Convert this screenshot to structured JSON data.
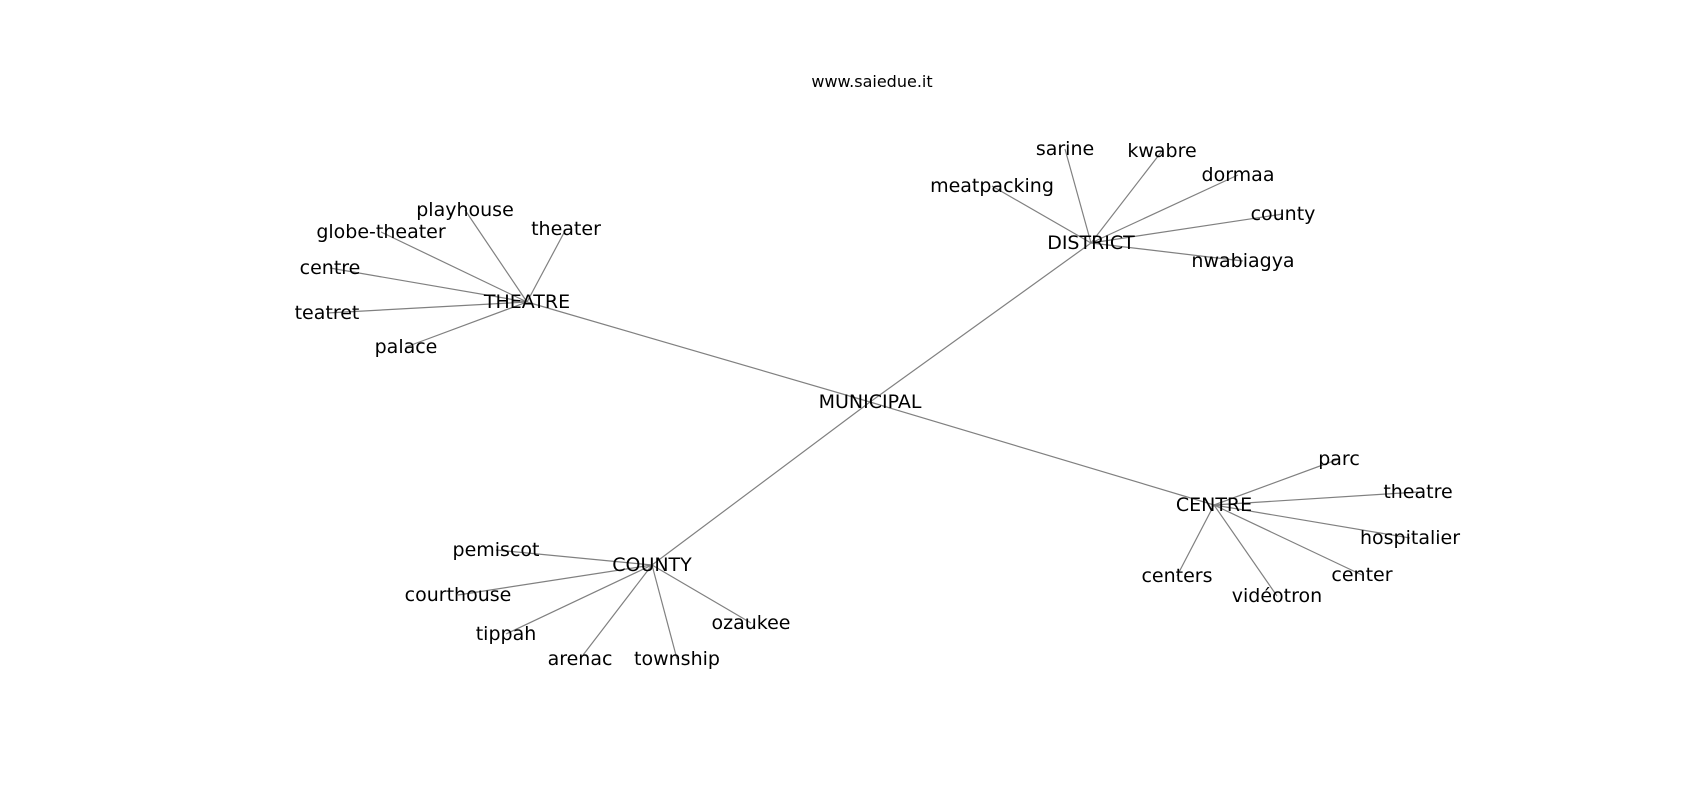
{
  "site": "www.saiedue.it",
  "root": "MUNICIPAL",
  "clusters": [
    {
      "hub": "THEATRE",
      "leaves": [
        "playhouse",
        "theater",
        "globe-theater",
        "centre",
        "teatret",
        "palace"
      ]
    },
    {
      "hub": "DISTRICT",
      "leaves": [
        "sarine",
        "kwabre",
        "meatpacking",
        "dormaa",
        "county",
        "nwabiagya"
      ]
    },
    {
      "hub": "CENTRE",
      "leaves": [
        "parc",
        "theatre",
        "hospitalier",
        "center",
        "centers",
        "vidéotron"
      ]
    },
    {
      "hub": "COUNTY",
      "leaves": [
        "pemiscot",
        "courthouse",
        "tippah",
        "arenac",
        "township",
        "ozaukee"
      ]
    }
  ]
}
